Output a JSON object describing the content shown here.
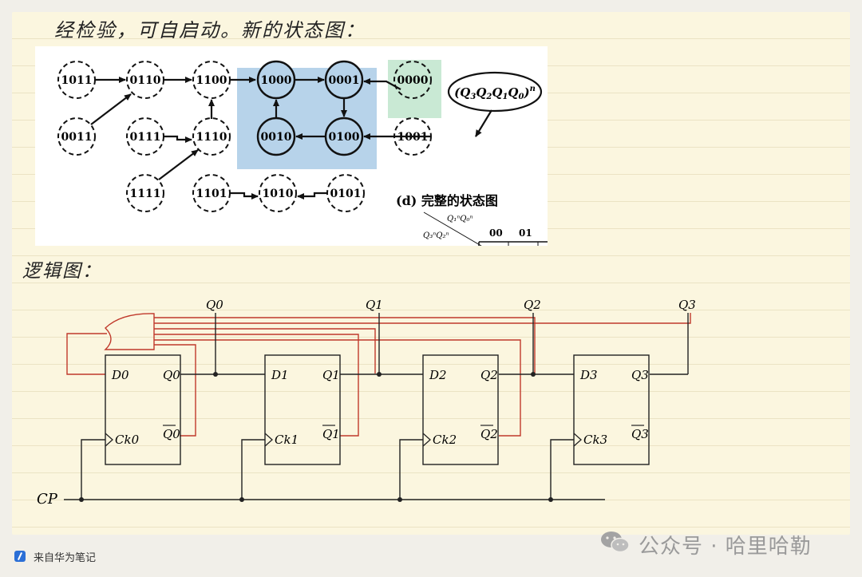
{
  "note": {
    "heading": "经检验，可自启动。新的状态图：",
    "logic_heading": "逻辑图："
  },
  "state_diagram": {
    "caption": "(d) 完整的状态图",
    "label_prefix": "(",
    "label_suffix": ")",
    "label_vars": [
      "Q",
      "3",
      "Q",
      "2",
      "Q",
      "1",
      "Q",
      "0"
    ],
    "label_sup": "n",
    "kmap": {
      "row_var": "Q₃ⁿQ₂ⁿ",
      "col_var": "Q₁ⁿQ₀ⁿ",
      "columns": [
        "00",
        "01"
      ]
    },
    "cycle_states": [
      "1000",
      "0001",
      "0010",
      "0100"
    ],
    "other_states": [
      "1011",
      "0110",
      "1100",
      "0011",
      "0111",
      "1110",
      "1111",
      "1101",
      "1010",
      "0101",
      "1001",
      "0000"
    ],
    "colors": {
      "cycle_box": "#b7d3ea",
      "new_state_box": "#c9e9d4"
    }
  },
  "logic": {
    "outputs": [
      "Q0",
      "Q1",
      "Q2",
      "Q3"
    ],
    "clock_label": "CP",
    "flipflops": [
      {
        "d": "D0",
        "q": "Q0",
        "qbar": "Q0",
        "ck": "Ck0"
      },
      {
        "d": "D1",
        "q": "Q1",
        "qbar": "Q1",
        "ck": "Ck1"
      },
      {
        "d": "D2",
        "q": "Q2",
        "qbar": "Q2",
        "ck": "Ck2"
      },
      {
        "d": "D3",
        "q": "Q3",
        "qbar": "Q3",
        "ck": "Ck3"
      }
    ],
    "colors": {
      "feedback": "#c0392b",
      "wire": "#222222"
    }
  },
  "footer": {
    "source": "来自华为笔记",
    "watermark": "公众号 · 哈里哈勒"
  }
}
